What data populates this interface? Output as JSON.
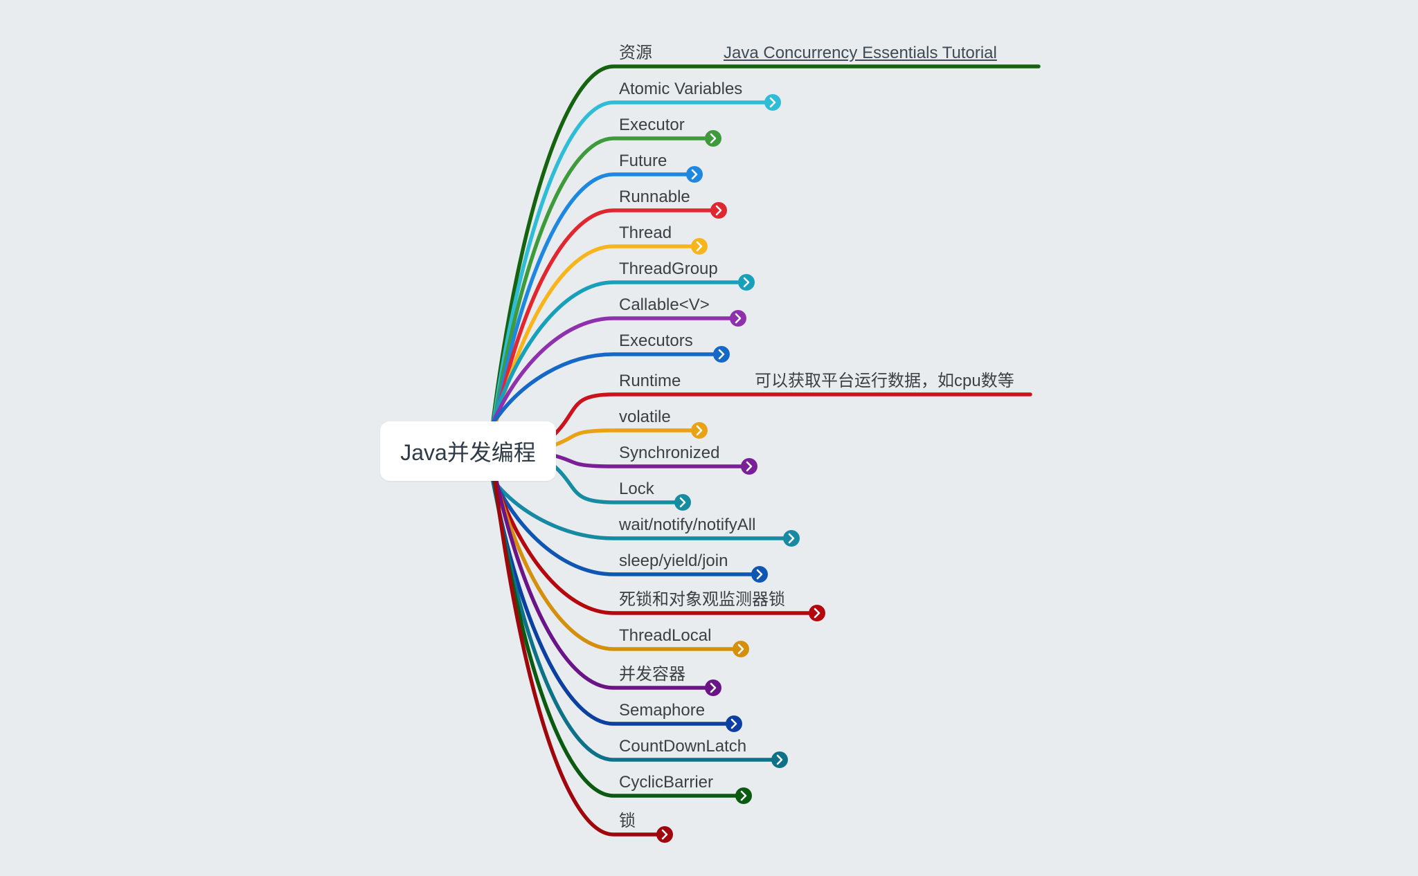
{
  "root": {
    "label": "Java并发编程"
  },
  "branches": [
    {
      "label": "资源",
      "color": "#15620f",
      "note": "Java Concurrency Essentials Tutorial",
      "note_is_link": true,
      "collapsed": false
    },
    {
      "label": "Atomic Variables",
      "color": "#2fbcd6",
      "collapsed": true
    },
    {
      "label": "Executor",
      "color": "#3f9a3c",
      "collapsed": true
    },
    {
      "label": "Future",
      "color": "#1e88e0",
      "collapsed": true
    },
    {
      "label": "Runnable",
      "color": "#e0262e",
      "collapsed": true
    },
    {
      "label": "Thread",
      "color": "#f7b51b",
      "collapsed": true
    },
    {
      "label": "ThreadGroup",
      "color": "#18a0bb",
      "collapsed": true
    },
    {
      "label": "Callable<V>",
      "color": "#8f30ac",
      "collapsed": true
    },
    {
      "label": "Executors",
      "color": "#1668c6",
      "collapsed": true
    },
    {
      "label": "Runtime",
      "color": "#c9141d",
      "note": "可以获取平台运行数据，如cpu数等",
      "note_is_link": false,
      "collapsed": false
    },
    {
      "label": "volatile",
      "color": "#e8a214",
      "collapsed": true
    },
    {
      "label": "Synchronized",
      "color": "#7b1f98",
      "collapsed": true
    },
    {
      "label": "Lock",
      "color": "#168ca0",
      "collapsed": true
    },
    {
      "label": "wait/notify/notifyAll",
      "color": "#158aa2",
      "collapsed": true
    },
    {
      "label": "sleep/yield/join",
      "color": "#0e56b2",
      "collapsed": true
    },
    {
      "label": "死锁和对象观监测器锁",
      "color": "#b5080e",
      "collapsed": true
    },
    {
      "label": "ThreadLocal",
      "color": "#d4900c",
      "collapsed": true
    },
    {
      "label": "并发容器",
      "color": "#6a1488",
      "collapsed": true
    },
    {
      "label": "Semaphore",
      "color": "#0c40a0",
      "collapsed": true
    },
    {
      "label": "CountDownLatch",
      "color": "#0d7288",
      "collapsed": true
    },
    {
      "label": "CyclicBarrier",
      "color": "#0a5a12",
      "collapsed": true
    },
    {
      "label": "锁",
      "color": "#a0070c",
      "collapsed": true
    }
  ]
}
